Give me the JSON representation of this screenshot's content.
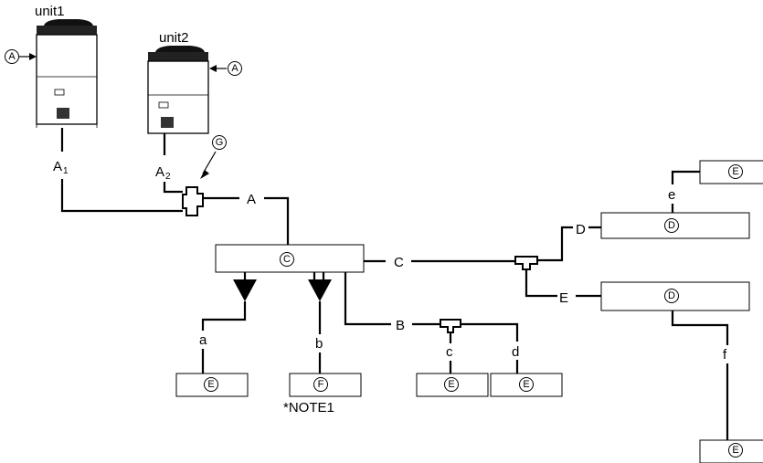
{
  "units": [
    {
      "name": "unit1",
      "marker": "A"
    },
    {
      "name": "unit2",
      "marker": "A"
    }
  ],
  "pipe_labels": {
    "A1_main": "A",
    "A1_sub": "1",
    "A2_main": "A",
    "A2_sub": "2",
    "A": "A",
    "B": "B",
    "C": "C",
    "D": "D",
    "E": "E",
    "a": "a",
    "b": "b",
    "c": "c",
    "d": "d",
    "e": "e",
    "f": "f"
  },
  "boxes": {
    "C": "C",
    "D_upper": "D",
    "D_lower": "D",
    "E_a": "E",
    "F_b": "F",
    "E_c": "E",
    "E_d": "E",
    "E_e": "E",
    "E_f": "E"
  },
  "marker_G": "G",
  "note": "*NOTE1"
}
